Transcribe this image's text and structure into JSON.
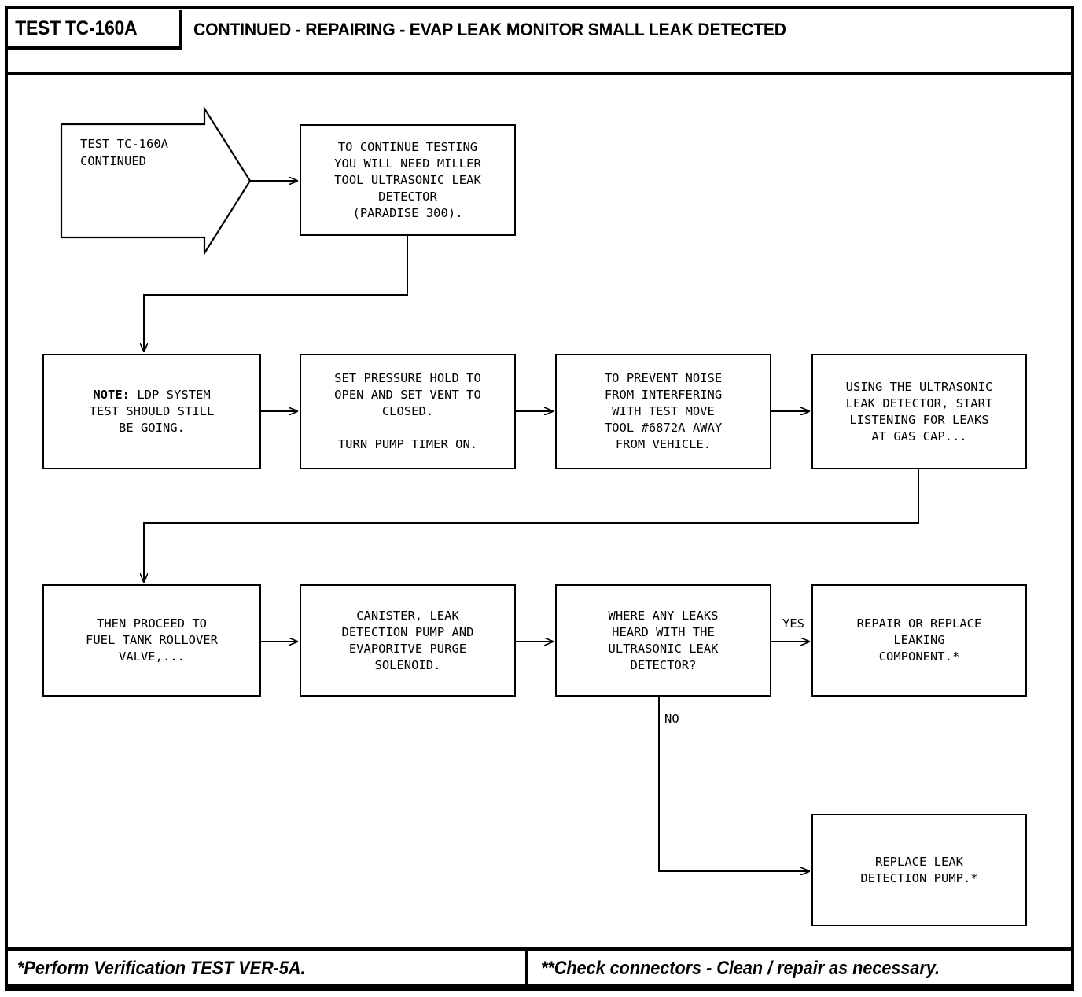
{
  "header": {
    "test_id": "TEST TC-160A",
    "subject": "CONTINUED - REPAIRING - EVAP LEAK MONITOR SMALL LEAK DETECTED"
  },
  "footer": {
    "left_note": "*Perform Verification TEST VER-5A.",
    "right_note": "**Check connectors - Clean / repair as necessary."
  },
  "flow": {
    "start": {
      "label": "TEST TC-160A\nCONTINUED"
    },
    "boxes": {
      "tool_required": "TO CONTINUE TESTING\nYOU WILL NEED MILLER\nTOOL ULTRASONIC LEAK\nDETECTOR\n(PARADISE 300).",
      "note_ldp": {
        "bold_lead": "NOTE:",
        "rest": " LDP SYSTEM\nTEST SHOULD STILL\nBE GOING."
      },
      "set_pressure": "SET PRESSURE HOLD TO\nOPEN AND SET VENT TO\nCLOSED.\n\nTURN PUMP TIMER ON.",
      "prevent_noise": "TO PREVENT NOISE\nFROM INTERFERING\nWITH TEST MOVE\nTOOL #6872A AWAY\nFROM VEHICLE.",
      "listen_gas_cap": "USING THE ULTRASONIC\nLEAK DETECTOR, START\nLISTENING FOR LEAKS\nAT GAS CAP...",
      "rollover_valve": "THEN PROCEED TO\nFUEL TANK ROLLOVER\nVALVE,...",
      "canister": "CANISTER, LEAK\nDETECTION PUMP AND\nEVAPORITVE PURGE\nSOLENOID.",
      "decision_leaks": "WHERE ANY LEAKS\nHEARD WITH THE\nULTRASONIC LEAK\nDETECTOR?",
      "repair_component": "REPAIR OR REPLACE\nLEAKING\nCOMPONENT.*",
      "replace_pump": "REPLACE LEAK\nDETECTION PUMP.*"
    },
    "edge_labels": {
      "yes": "YES",
      "no": "NO"
    }
  },
  "colors": {
    "ink": "#000000",
    "paper": "#ffffff"
  }
}
